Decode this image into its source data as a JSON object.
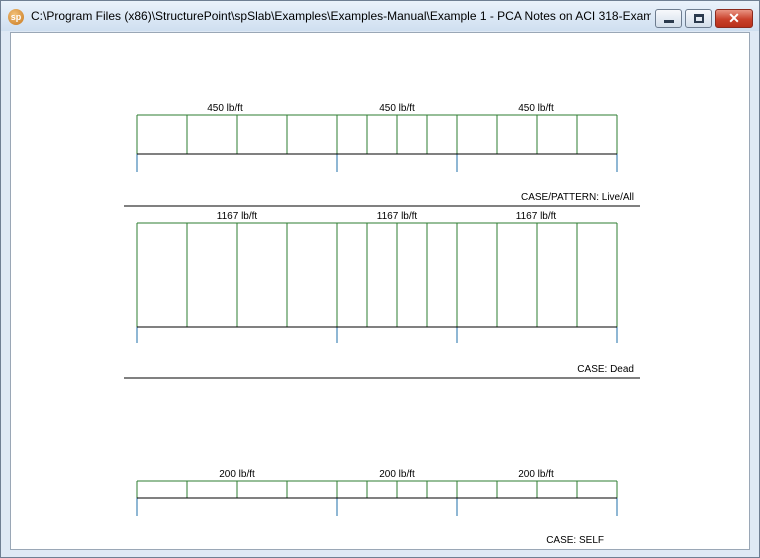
{
  "window": {
    "title": "C:\\Program Files (x86)\\StructurePoint\\spSlab\\Examples\\Examples-Manual\\Example 1 - PCA Notes on ACI 318-Exam...",
    "app_icon_text": "sp"
  },
  "controls": {
    "minimize": "minimize",
    "maximize": "maximize",
    "close": "✕"
  },
  "load_cases": [
    {
      "load_labels": [
        "450 lb/ft",
        "450 lb/ft",
        "450 lb/ft"
      ],
      "case_label": "CASE/PATTERN: Live/All"
    },
    {
      "load_labels": [
        "1167 lb/ft",
        "1167 lb/ft",
        "1167 lb/ft"
      ],
      "case_label": "CASE: Dead"
    },
    {
      "load_labels": [
        "200 lb/ft",
        "200 lb/ft",
        "200 lb/ft"
      ],
      "case_label": "CASE: SELF"
    }
  ],
  "colors": {
    "load_line": "#2e7d32",
    "support_line": "#1f6fa8",
    "beam_line": "#000000",
    "close_button": "#c9412b"
  }
}
